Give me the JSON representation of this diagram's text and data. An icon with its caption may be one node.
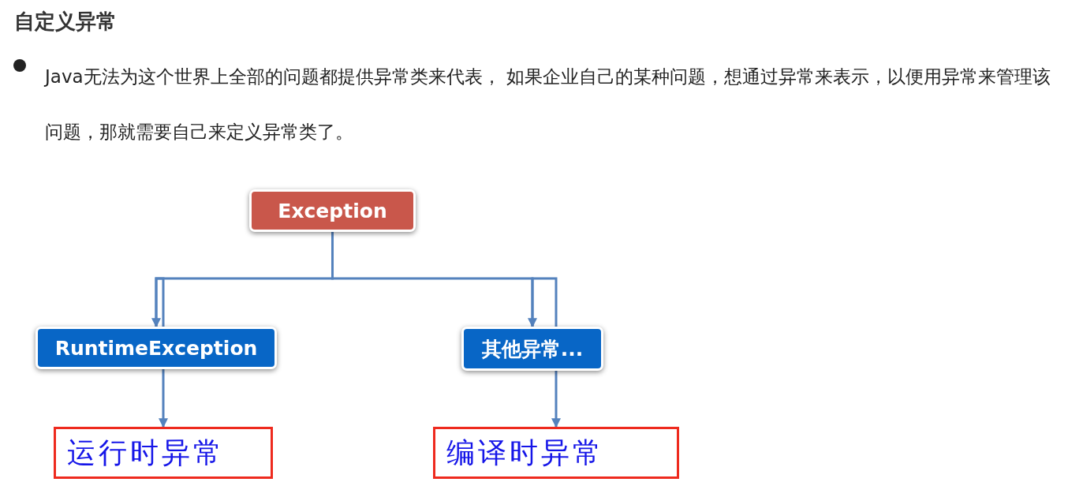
{
  "diagram": {
    "title": "自定义异常",
    "nodes": [
      {
        "text": [
          "Exception"
        ]
      },
      {
        "text": [
          "RuntimeException"
        ]
      },
      {
        "text": [
          "其他异常..."
        ]
      },
      {
        "text": [
          "运行时异常"
        ]
      },
      {
        "text": [
          "编译时异常"
        ]
      }
    ],
    "edges": [
      {
        "from": 0,
        "to": 1,
        "arrow": "to"
      },
      {
        "from": 0,
        "to": 2,
        "arrow": "to"
      },
      {
        "from": 1,
        "to": 3,
        "arrow": "to"
      },
      {
        "from": 2,
        "to": 4,
        "arrow": "to"
      }
    ],
    "labels": [
      "Java无法为这个世界上全部的问题都提供异常类来代表， 如果企业自己的某种问题，想通过异常来表示，以便用异常来管理该问题，那就需要自己来定义异常类了。"
    ]
  }
}
